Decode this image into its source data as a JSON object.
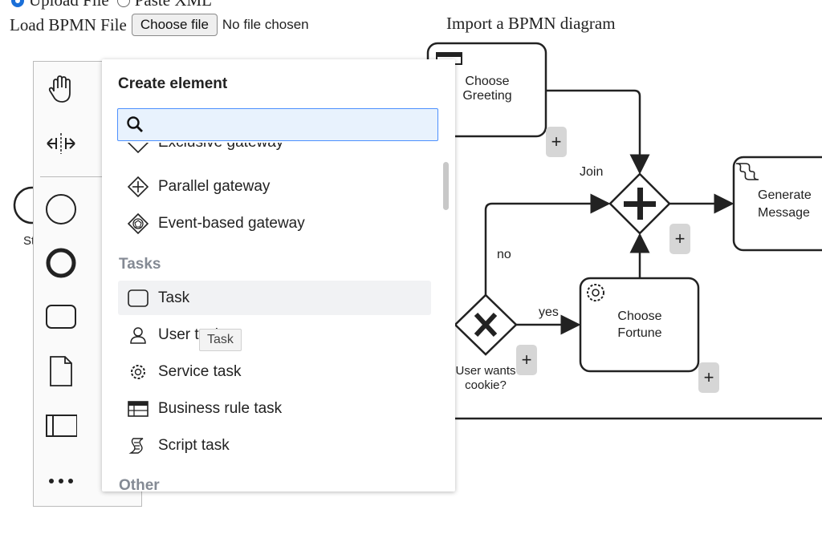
{
  "header": {
    "radio_upload": "Upload File",
    "radio_paste": "Paste XML",
    "load_label": "Load BPMN File",
    "choose_file": "Choose file",
    "no_file": "No file chosen",
    "import_title": "Import a BPMN diagram"
  },
  "palette": {
    "start_label_partial": "St"
  },
  "popup": {
    "title": "Create element",
    "search_value": "",
    "partial_top": "Exclusive gateway",
    "items": [
      {
        "label": "Parallel gateway",
        "icon": "parallel-gateway-icon"
      },
      {
        "label": "Event-based gateway",
        "icon": "event-based-gateway-icon"
      }
    ],
    "group_tasks": "Tasks",
    "tasks": [
      {
        "label": "Task",
        "icon": "task-icon"
      },
      {
        "label": "User task",
        "icon": "user-task-icon"
      },
      {
        "label": "Service task",
        "icon": "service-task-icon"
      },
      {
        "label": "Business rule task",
        "icon": "business-rule-task-icon"
      },
      {
        "label": "Script task",
        "icon": "script-task-icon"
      }
    ],
    "partial_bottom": "Other",
    "tooltip": "Task"
  },
  "diagram": {
    "choose_greeting": "Choose Greeting",
    "join": "Join",
    "generate_message_1": "Generate",
    "generate_message_2": "Message",
    "no": "no",
    "yes": "yes",
    "choose_fortune_1": "Choose",
    "choose_fortune_2": "Fortune",
    "cookie_1": "User wants",
    "cookie_2": "cookie?",
    "plus": "+"
  }
}
